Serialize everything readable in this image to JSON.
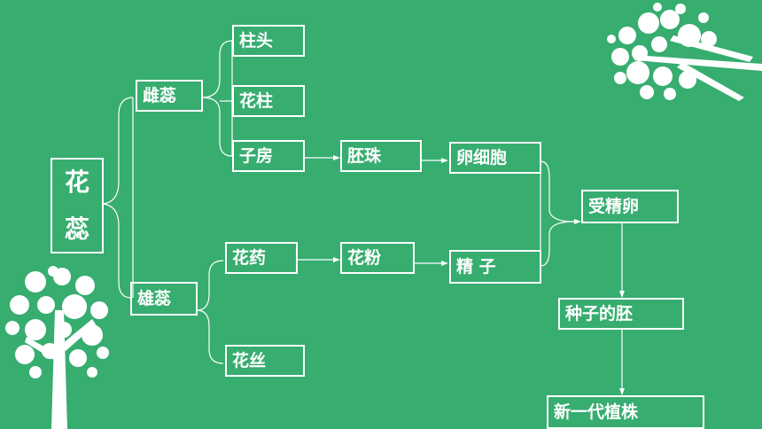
{
  "nodes": {
    "huarui": [
      "花",
      "蕊"
    ],
    "cirui": "雌蕊",
    "xiongrui": "雄蕊",
    "zhutou": "柱头",
    "huazhu": "花柱",
    "zifang": "子房",
    "peizhu": "胚珠",
    "luanxibao": "卵细胞",
    "huayao": "花药",
    "huafen": "花粉",
    "jingzi": "精  子",
    "shoujingluan": "受精卵",
    "zhongzidepei": "种子的胚",
    "xinyidai": "新一代植株",
    "huasi": "花丝"
  },
  "colors": {
    "background": "#37ad70",
    "line": "#ffffff",
    "box_border": "#ffffff",
    "tree": "#ffffff"
  }
}
